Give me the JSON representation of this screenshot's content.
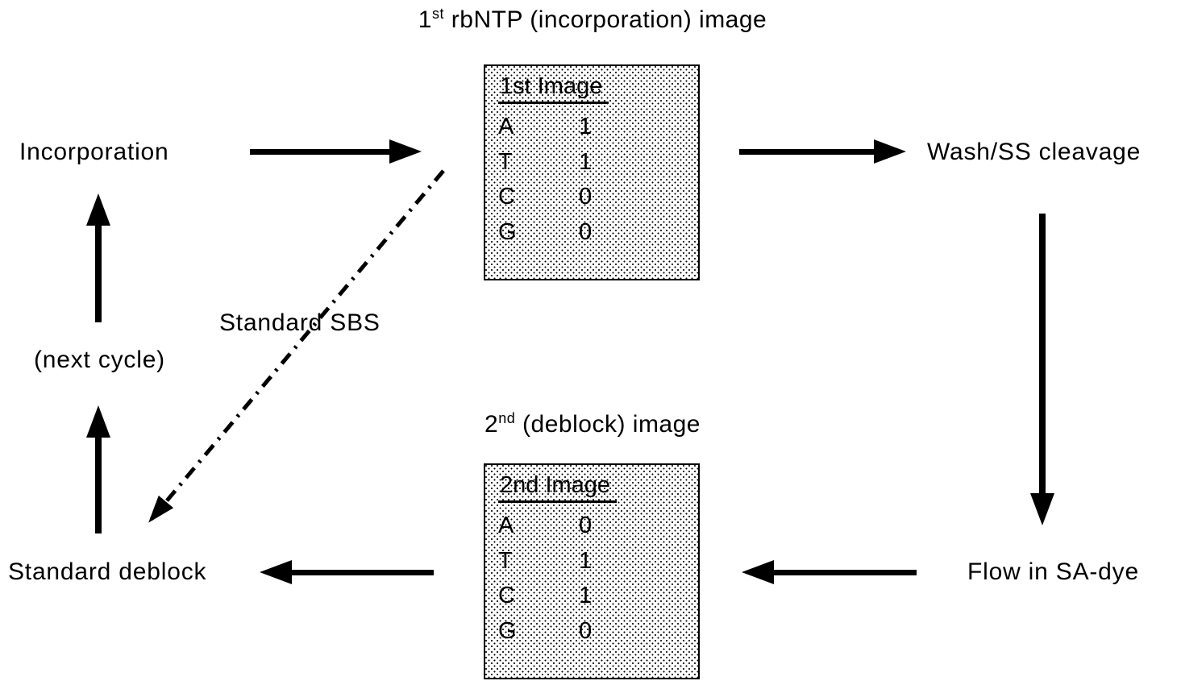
{
  "figure": {
    "top_title": {
      "number": "1",
      "superscript": "st",
      "rest": " rbNTP (incorporation) image"
    },
    "bottom_title": {
      "number": "2",
      "superscript": "nd",
      "rest": " (deblock) image"
    },
    "steps": {
      "incorporation": "Incorporation",
      "next_cycle": "(next cycle)",
      "standard_deblock": "Standard deblock",
      "wash_ss_cleavage": "Wash/SS cleavage",
      "flow_in_sa_dye": "Flow in SA-dye"
    },
    "shortcut_label": "Standard SBS",
    "box1": {
      "heading": "1st Image",
      "rows": [
        {
          "base": "A",
          "value": "1"
        },
        {
          "base": "T",
          "value": "1"
        },
        {
          "base": "C",
          "value": "0"
        },
        {
          "base": "G",
          "value": "0"
        }
      ]
    },
    "box2": {
      "heading": "2nd Image",
      "rows": [
        {
          "base": "A",
          "value": "0"
        },
        {
          "base": "T",
          "value": "1"
        },
        {
          "base": "C",
          "value": "1"
        },
        {
          "base": "G",
          "value": "0"
        }
      ]
    },
    "colors": {
      "ink": "#000000",
      "background": "#ffffff",
      "box_fill": "#fdfdfd",
      "box_dots": "#000000"
    }
  }
}
